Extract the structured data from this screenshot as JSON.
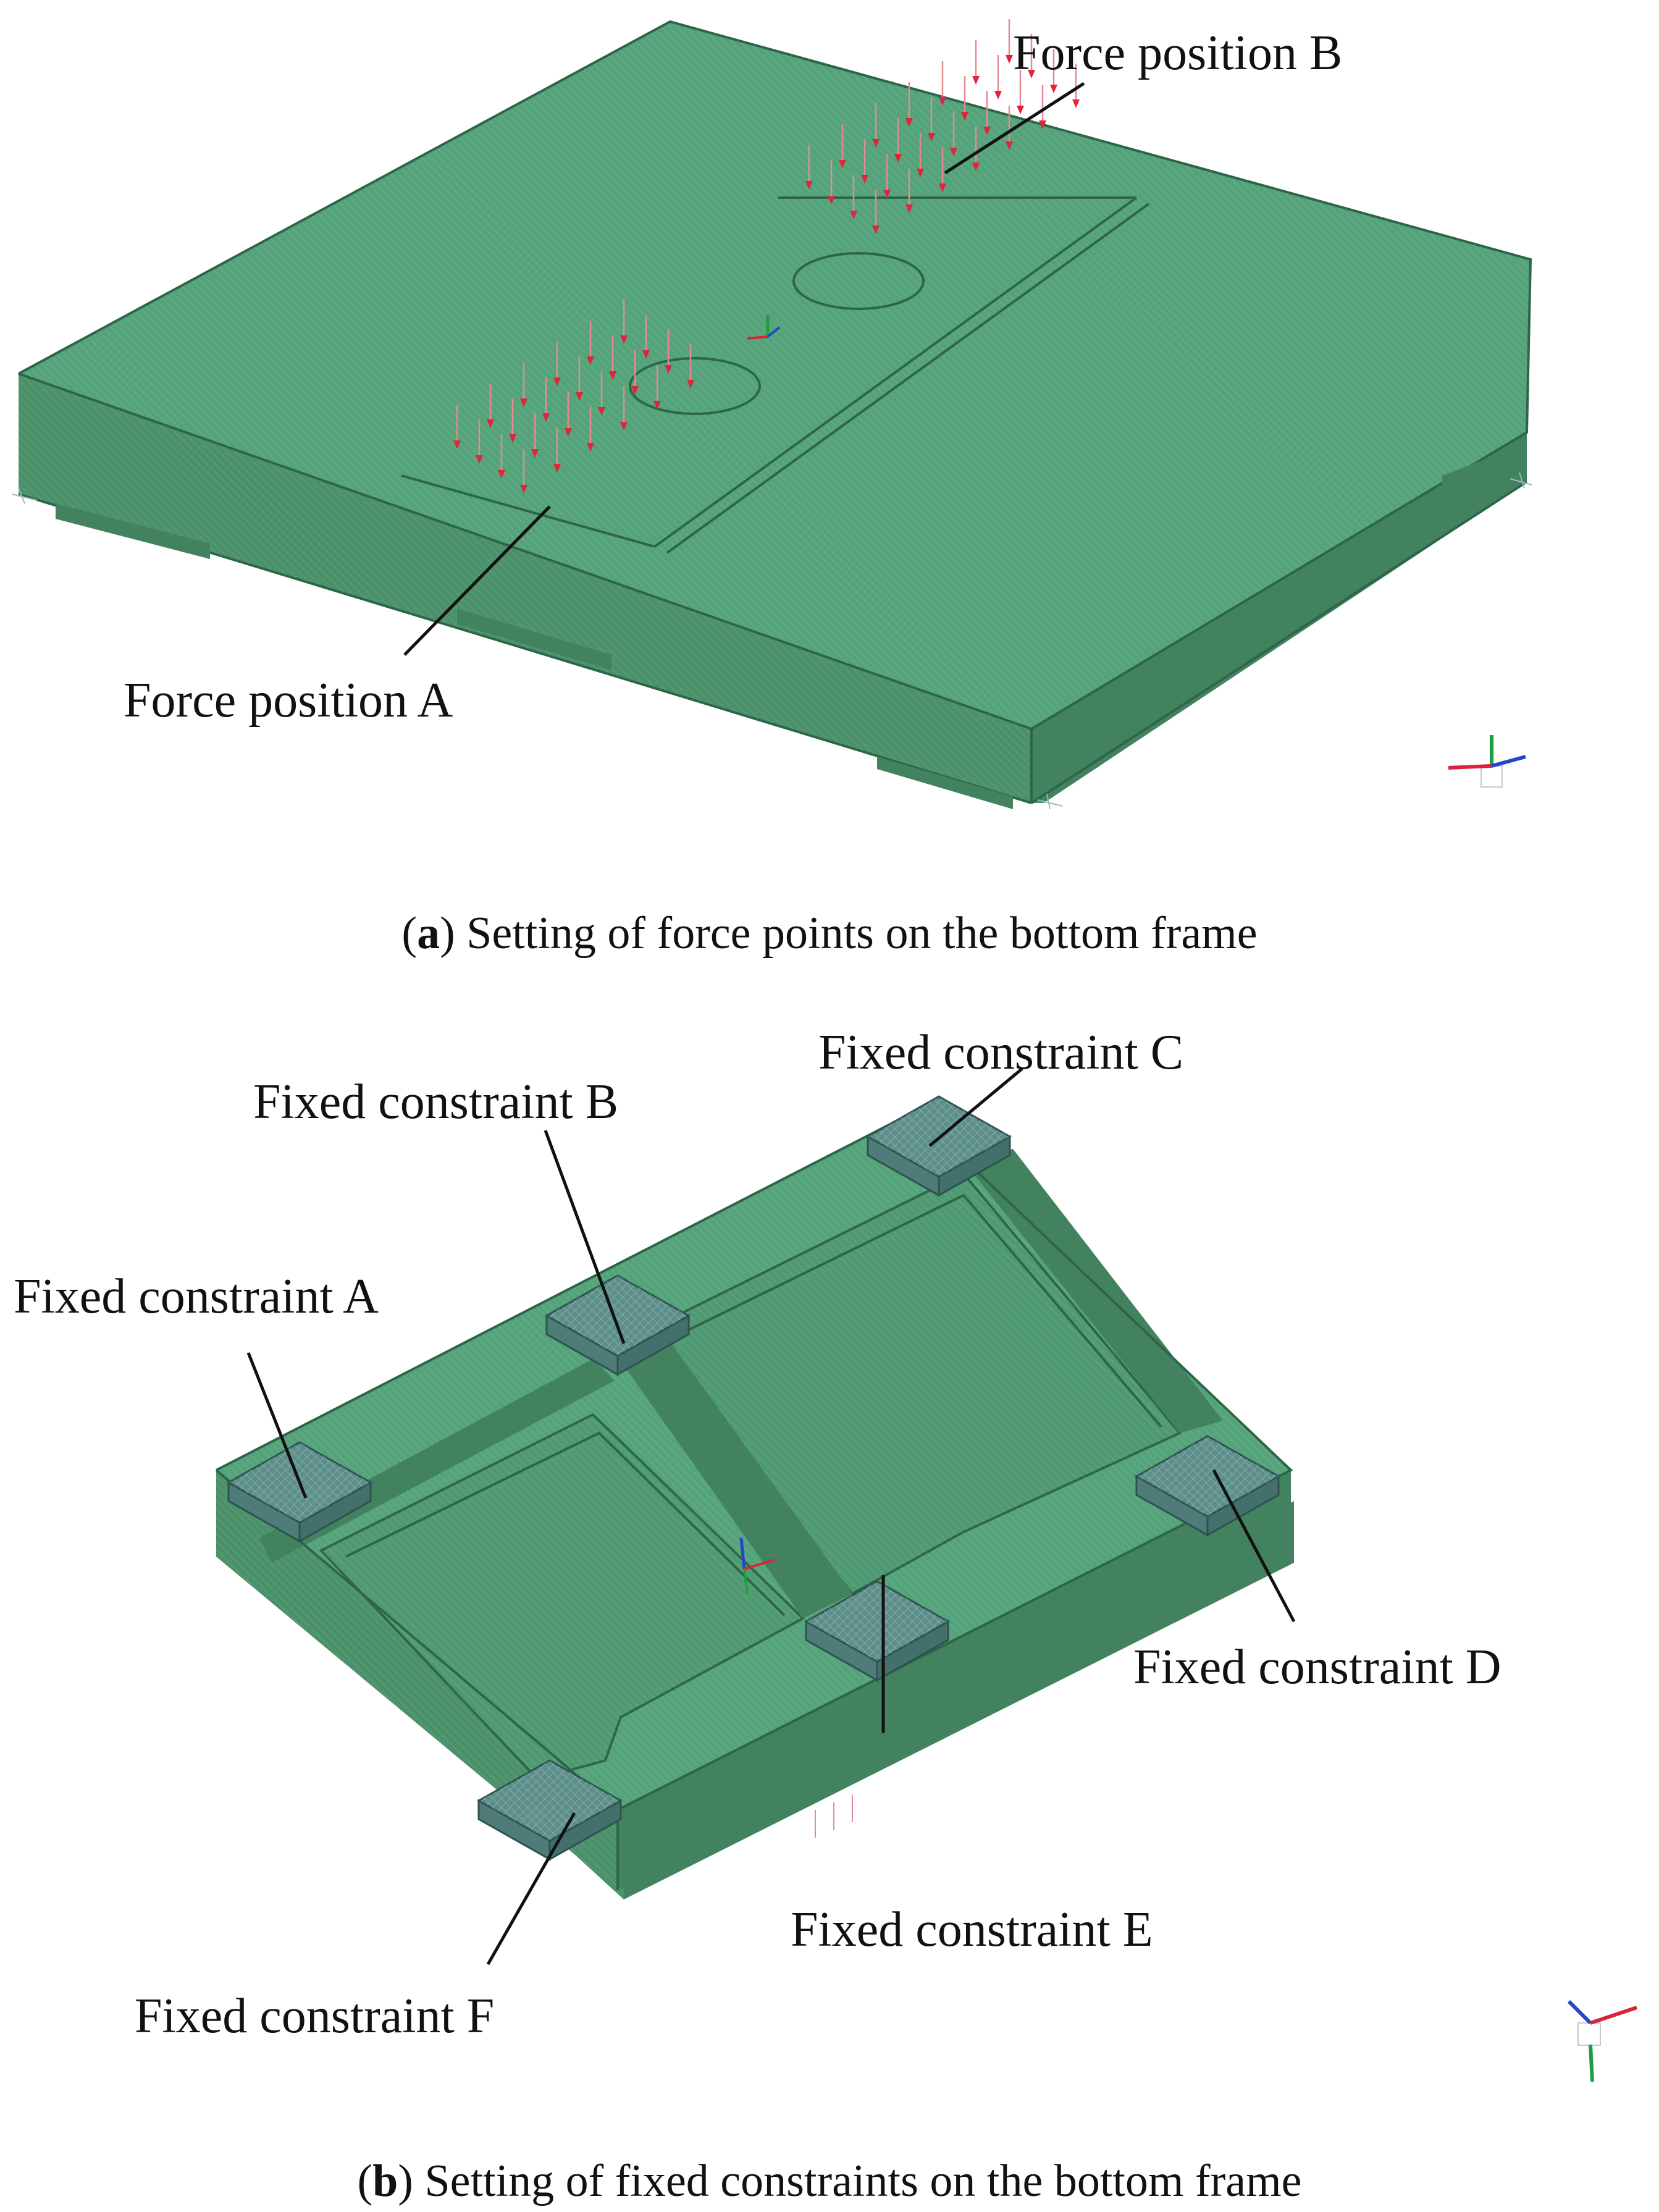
{
  "colors": {
    "top_face": "#55a37a",
    "side_face_dark": "#42825f",
    "side_face_mid": "#4b9169",
    "edge": "#2d6549",
    "pad": "#5d8f8a",
    "pad_edge": "#2c5350",
    "force_arrow": "#e0253a",
    "force_stem": "#e58a93",
    "axis_y": "#1f9e3f",
    "axis_x": "#d9233b",
    "axis_z": "#2347c7"
  },
  "panel_a": {
    "caption_letter": "a",
    "caption_text": "Setting of force points on the bottom frame",
    "labels": {
      "force_a": "Force position A",
      "force_b": "Force position B"
    }
  },
  "panel_b": {
    "caption_letter": "b",
    "caption_text": "Setting of fixed constraints on the bottom frame",
    "labels": {
      "fixed_a": "Fixed constraint A",
      "fixed_b": "Fixed constraint B",
      "fixed_c": "Fixed constraint C",
      "fixed_d": "Fixed constraint D",
      "fixed_e": "Fixed constraint E",
      "fixed_f": "Fixed constraint F"
    }
  }
}
